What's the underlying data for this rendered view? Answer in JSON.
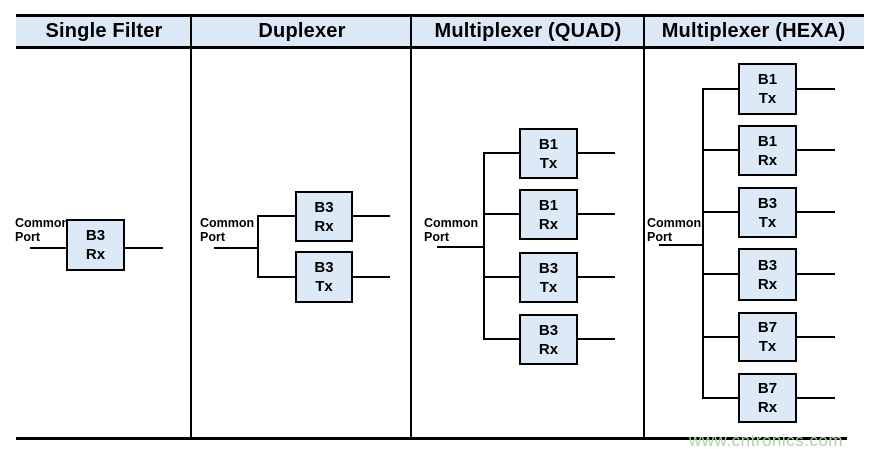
{
  "page": {
    "background": "#ffffff"
  },
  "labels": {
    "common_port_line1": "Common",
    "common_port_line2": "Port"
  },
  "table": {
    "header_bg": "#dbe8f6",
    "box_bg": "#dce9f7",
    "line_color": "#000000",
    "columns": [
      {
        "header": "Single Filter",
        "filters": [
          {
            "band": "B3",
            "port": "Rx"
          }
        ]
      },
      {
        "header": "Duplexer",
        "filters": [
          {
            "band": "B3",
            "port": "Rx"
          },
          {
            "band": "B3",
            "port": "Tx"
          }
        ]
      },
      {
        "header": "Multiplexer (QUAD)",
        "filters": [
          {
            "band": "B1",
            "port": "Tx"
          },
          {
            "band": "B1",
            "port": "Rx"
          },
          {
            "band": "B3",
            "port": "Tx"
          },
          {
            "band": "B3",
            "port": "Rx"
          }
        ]
      },
      {
        "header": "Multiplexer (HEXA)",
        "filters": [
          {
            "band": "B1",
            "port": "Tx"
          },
          {
            "band": "B1",
            "port": "Rx"
          },
          {
            "band": "B3",
            "port": "Tx"
          },
          {
            "band": "B3",
            "port": "Rx"
          },
          {
            "band": "B7",
            "port": "Tx"
          },
          {
            "band": "B7",
            "port": "Rx"
          }
        ]
      }
    ]
  },
  "watermark": {
    "text": "www.cntronics.com",
    "color": "#a9d6a2"
  }
}
